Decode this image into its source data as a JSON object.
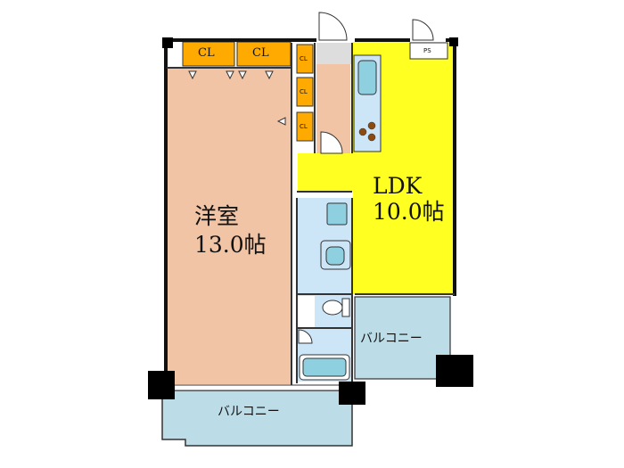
{
  "rooms": {
    "western_room": {
      "name": "洋室",
      "size": "13.0帖"
    },
    "ldk": {
      "name": "LDK",
      "size": "10.0帖"
    },
    "balcony_east": {
      "name": "バルコニー"
    },
    "balcony_south": {
      "name": "バルコニー"
    }
  },
  "closets": [
    {
      "label": "CL"
    },
    {
      "label": "CL"
    },
    {
      "label": "CL"
    },
    {
      "label": "CL"
    },
    {
      "label": "CL"
    }
  ],
  "pipe_space": {
    "label": "PS"
  },
  "colors": {
    "western_room": "#f0c4a4",
    "ldk": "#ffff22",
    "closet": "#ffaa00",
    "wet_area": "#cde6f7",
    "balcony": "#bcdde8",
    "wall": "#111111",
    "corridor": "#dddddd"
  },
  "icons": [
    "door-swing-icon",
    "toilet-icon",
    "sink-icon",
    "bathtub-icon",
    "stove-icon",
    "kitchen-sink-icon"
  ]
}
